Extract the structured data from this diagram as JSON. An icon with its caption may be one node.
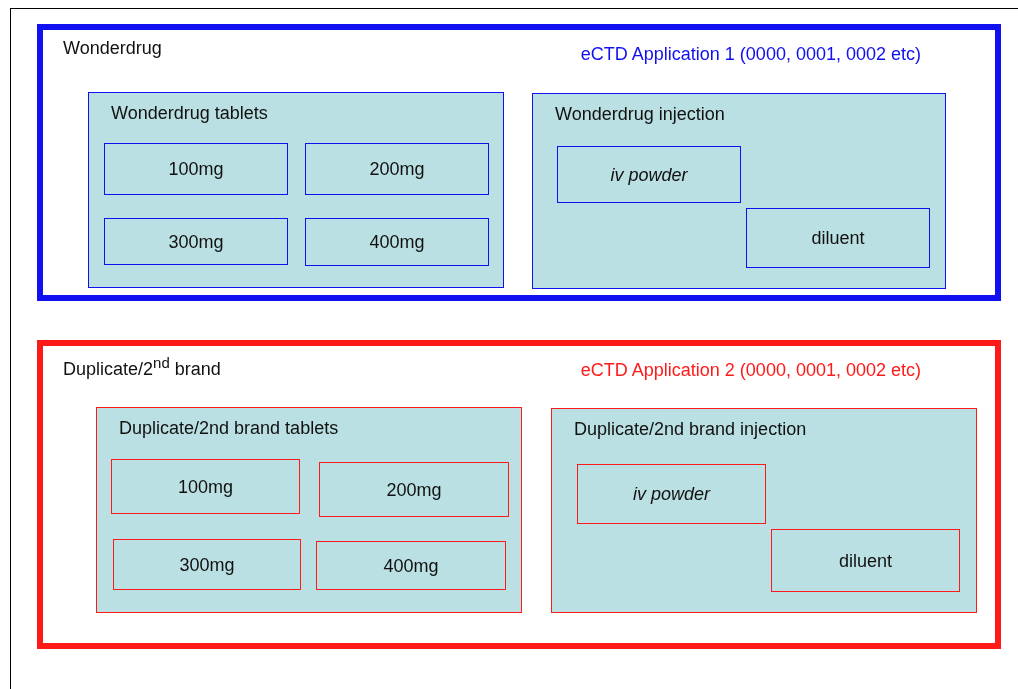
{
  "diagram": {
    "nodes": [
      {
        "text": [
          "Wonderdrug",
          "eCTD Application 1 (0000, 0001, 0002 etc)"
        ]
      },
      {
        "text": [
          "Wonderdrug tablets"
        ],
        "in": 0
      },
      {
        "text": [
          "100mg"
        ],
        "in": 1
      },
      {
        "text": [
          "200mg"
        ],
        "in": 1
      },
      {
        "text": [
          "300mg"
        ],
        "in": 1
      },
      {
        "text": [
          "400mg"
        ],
        "in": 1
      },
      {
        "text": [
          "Wonderdrug injection"
        ],
        "in": 0
      },
      {
        "text": [
          "iv powder"
        ],
        "in": 6
      },
      {
        "text": [
          "diluent"
        ],
        "in": 6
      },
      {
        "text": [
          "Duplicate/2$^{nd}$ brand",
          "eCTD Application 2 (0000, 0001, 0002 etc)"
        ]
      },
      {
        "text": [
          "Duplicate/2nd brand tablets"
        ],
        "in": 9
      },
      {
        "text": [
          "100mg"
        ],
        "in": 10
      },
      {
        "text": [
          "200mg"
        ],
        "in": 10
      },
      {
        "text": [
          "300mg"
        ],
        "in": 10
      },
      {
        "text": [
          "400mg"
        ],
        "in": 10
      },
      {
        "text": [
          "Duplicate/2nd brand injection"
        ],
        "in": 9
      },
      {
        "text": [
          "iv powder"
        ],
        "in": 15
      },
      {
        "text": [
          "diluent"
        ],
        "in": 15
      }
    ],
    "edges": []
  }
}
